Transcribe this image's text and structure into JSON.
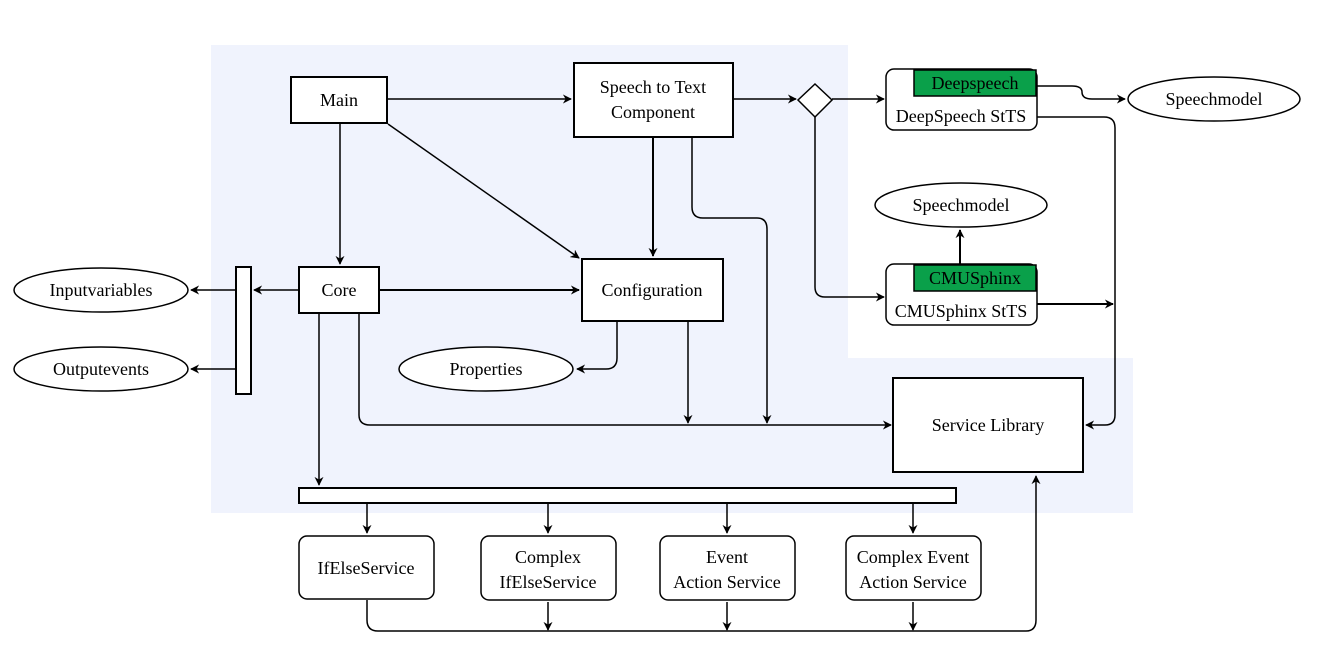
{
  "diagram": {
    "main": "Main",
    "stt_line1": "Speech to Text",
    "stt_line2": "Component",
    "core": "Core",
    "configuration": "Configuration",
    "properties": "Properties",
    "inputvariables": "Inputvariables",
    "outputevents": "Outputevents",
    "service_library": "Service Library",
    "deepspeech_tag": "Deepspeech",
    "deepspeech_name": "DeepSpeech StTS",
    "speechmodel_top": "Speechmodel",
    "speechmodel_mid": "Speechmodel",
    "cmusphinx_tag": "CMUSphinx",
    "cmusphinx_name": "CMUSphinx StTS",
    "ifelse": "IfElseService",
    "complex_ifelse_1": "Complex",
    "complex_ifelse_2": "IfElseService",
    "event_action_1": "Event",
    "event_action_2": "Action Service",
    "complex_event_1": "Complex Event",
    "complex_event_2": "Action Service"
  },
  "colors": {
    "background_region": "#f0f3fd",
    "tag_green": "#0aa04a",
    "stroke": "#000000"
  }
}
